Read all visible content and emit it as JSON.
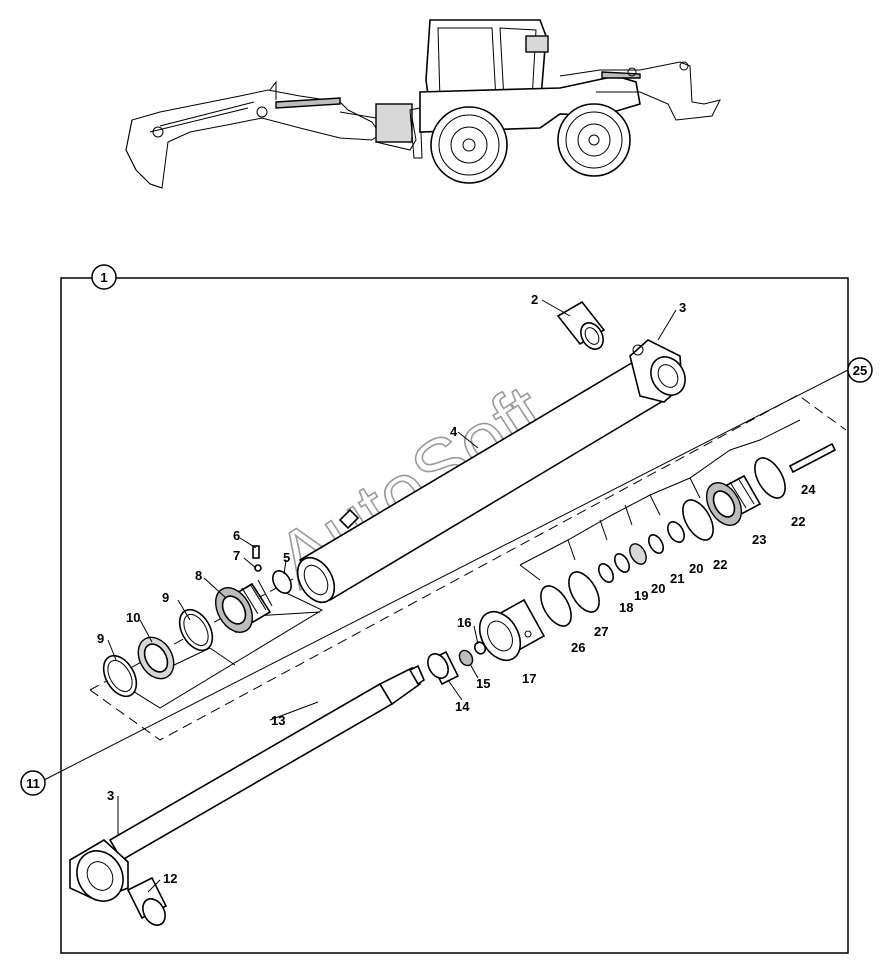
{
  "watermark": "AutoSoft",
  "callouts": {
    "c1": "1",
    "c2": "2",
    "c3a": "3",
    "c3b": "3",
    "c4": "4",
    "c5": "5",
    "c6": "6",
    "c7": "7",
    "c8": "8",
    "c9a": "9",
    "c9b": "9",
    "c10": "10",
    "c11": "11",
    "c12": "12",
    "c13": "13",
    "c14": "14",
    "c15": "15",
    "c16": "16",
    "c17": "17",
    "c18": "18",
    "c19": "19",
    "c20a": "20",
    "c20b": "20",
    "c21": "21",
    "c22a": "22",
    "c22b": "22",
    "c23": "23",
    "c24": "24",
    "c25": "25",
    "c26": "26",
    "c27": "27"
  }
}
